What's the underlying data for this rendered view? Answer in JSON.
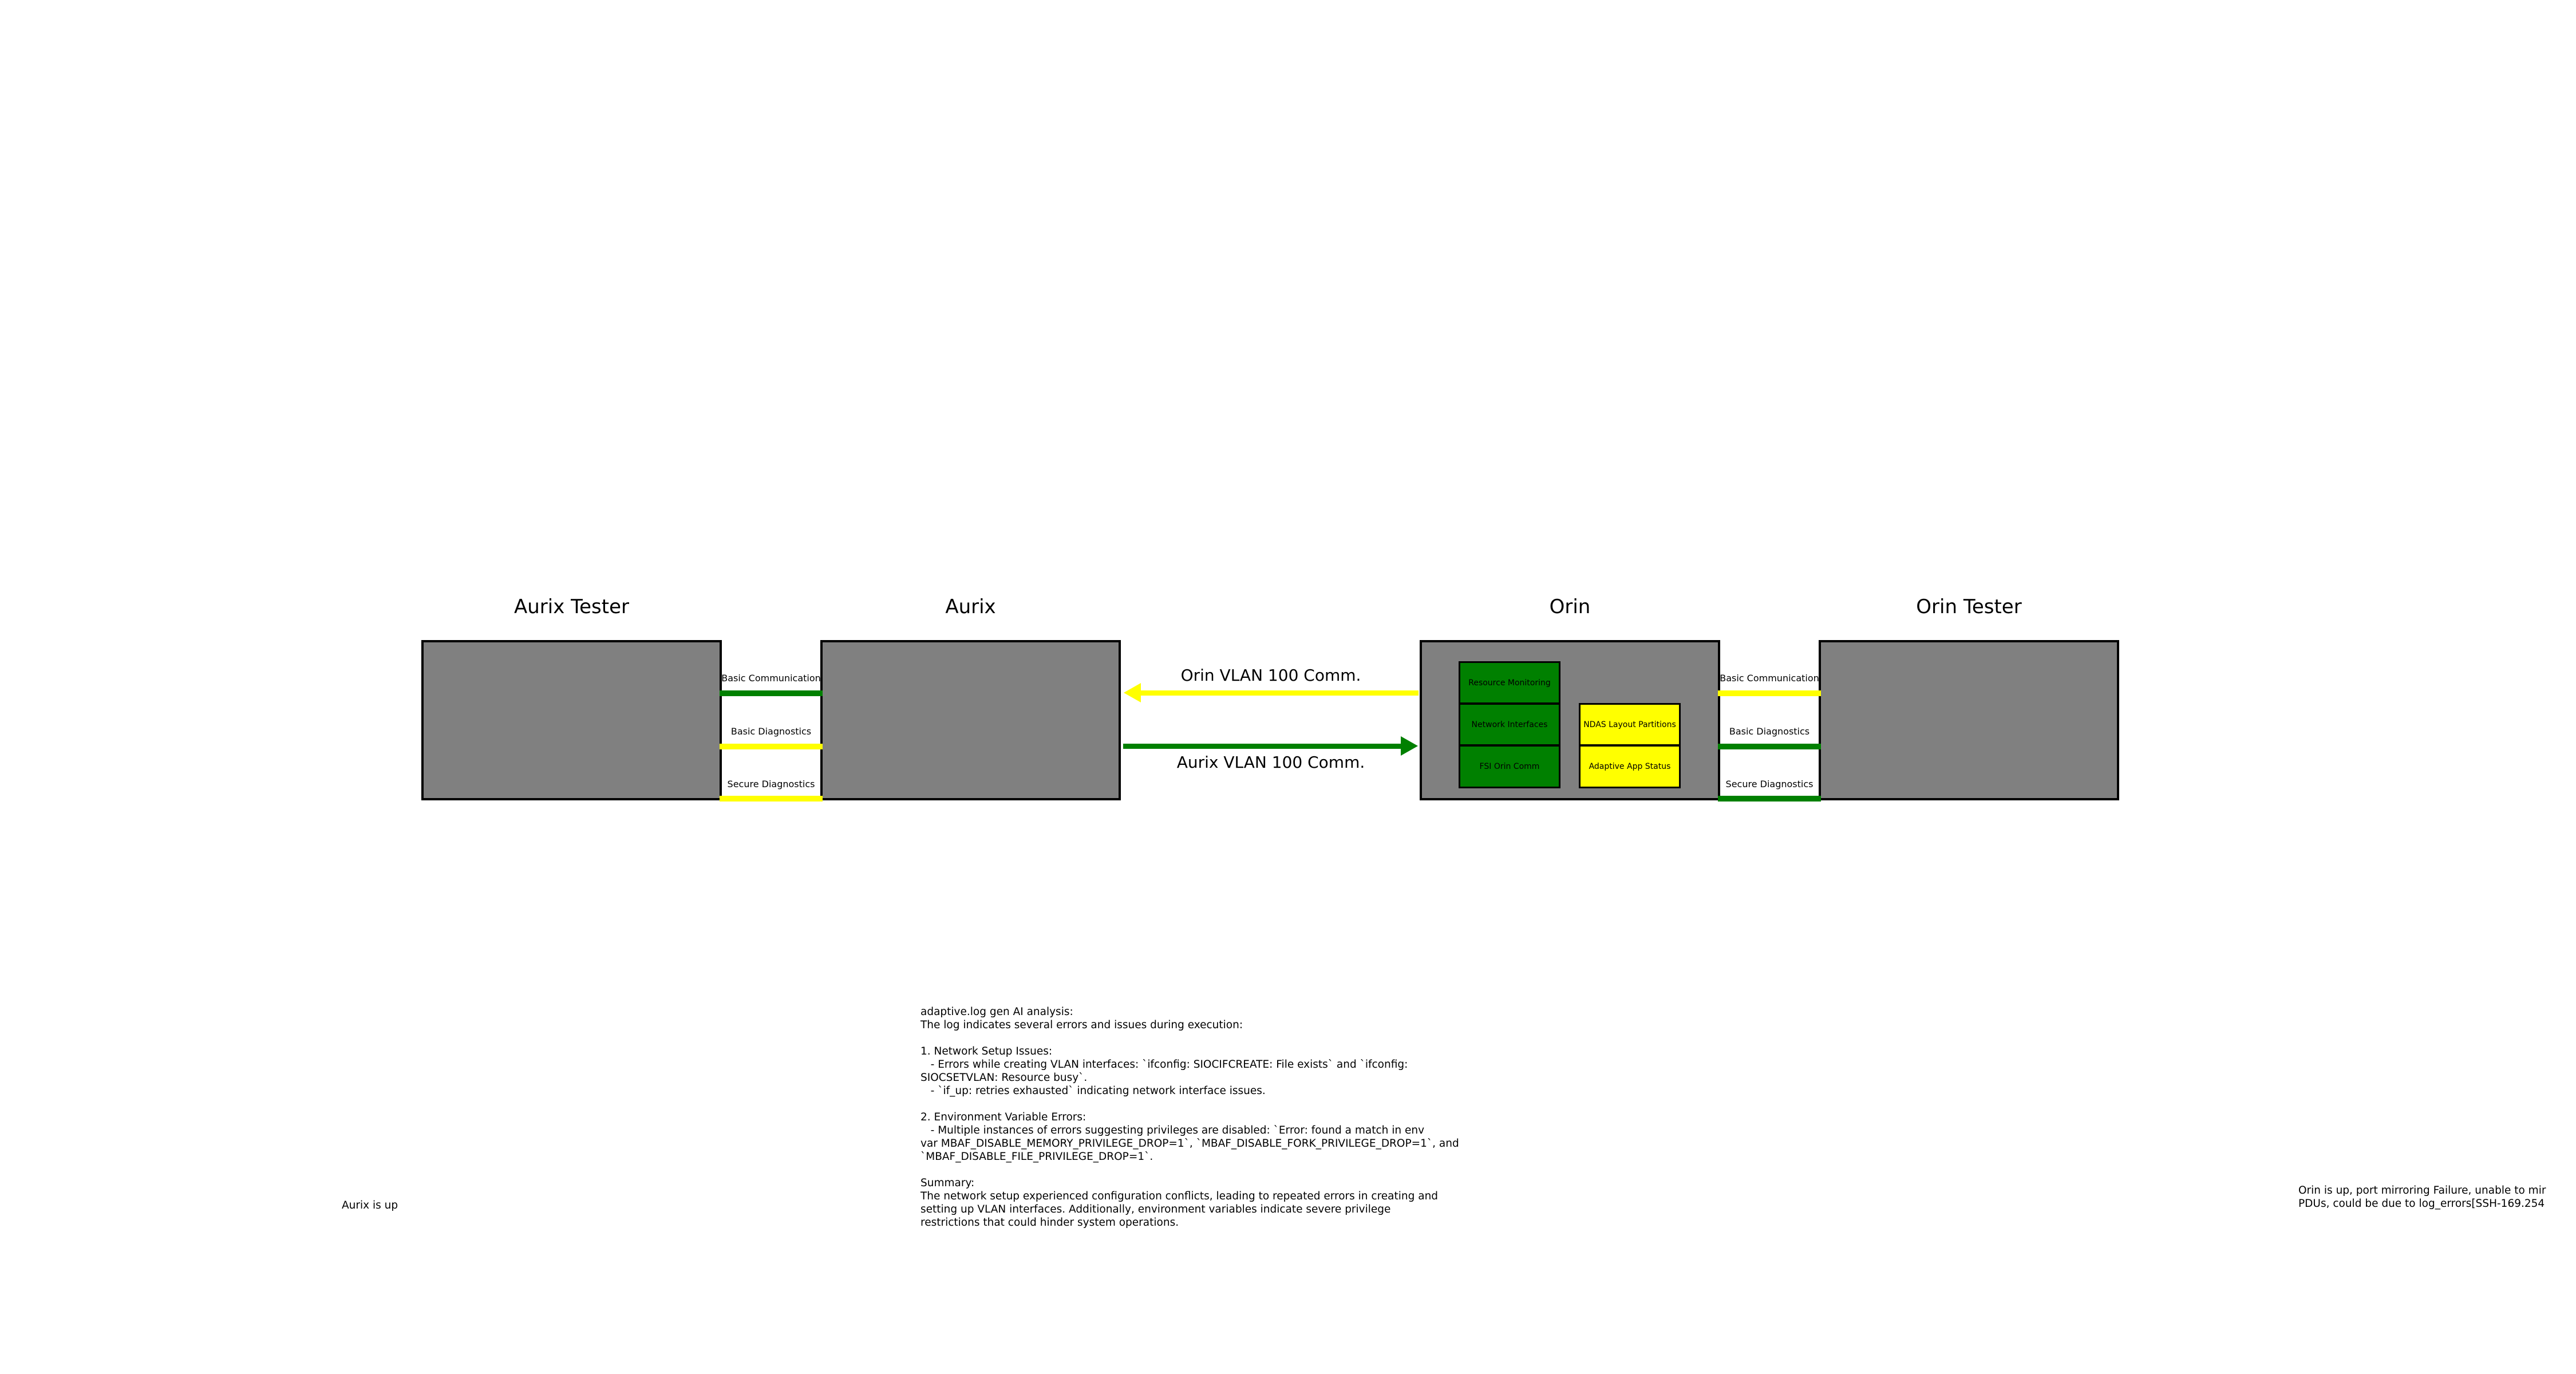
{
  "colors": {
    "box": "#808080",
    "ok": "#008000",
    "warn": "#ffff00",
    "border": "#000000"
  },
  "nodes": {
    "aurix_tester": {
      "title": "Aurix Tester"
    },
    "aurix": {
      "title": "Aurix"
    },
    "orin": {
      "title": "Orin"
    },
    "orin_tester": {
      "title": "Orin Tester"
    }
  },
  "links_left": [
    {
      "label": "Basic Communication",
      "status": "ok"
    },
    {
      "label": "Basic Diagnostics",
      "status": "warn"
    },
    {
      "label": "Secure Diagnostics",
      "status": "warn"
    }
  ],
  "links_right": [
    {
      "label": "Basic Communication",
      "status": "warn"
    },
    {
      "label": "Basic Diagnostics",
      "status": "ok"
    },
    {
      "label": "Secure Diagnostics",
      "status": "ok"
    }
  ],
  "vlan": {
    "orin_to_aurix": {
      "label": "Orin VLAN 100 Comm.",
      "status": "warn"
    },
    "aurix_to_orin": {
      "label": "Aurix VLAN 100 Comm.",
      "status": "ok"
    }
  },
  "orin_modules": [
    {
      "label": "Resource Monitoring",
      "status": "ok"
    },
    {
      "label": "Network Interfaces",
      "status": "ok"
    },
    {
      "label": "FSI Orin Comm",
      "status": "ok"
    },
    {
      "label": "NDAS Layout Partitions",
      "status": "warn"
    },
    {
      "label": "Adaptive App Status",
      "status": "warn"
    }
  ],
  "analysis_text": "adaptive.log gen AI analysis:\nThe log indicates several errors and issues during execution:\n\n1. Network Setup Issues:\n   - Errors while creating VLAN interfaces: `ifconfig: SIOCIFCREATE: File exists` and `ifconfig:\nSIOCSETVLAN: Resource busy`.\n   - `if_up: retries exhausted` indicating network interface issues.\n\n2. Environment Variable Errors:\n   - Multiple instances of errors suggesting privileges are disabled: `Error: found a match in env\nvar MBAF_DISABLE_MEMORY_PRIVILEGE_DROP=1`, `MBAF_DISABLE_FORK_PRIVILEGE_DROP=1`, and\n`MBAF_DISABLE_FILE_PRIVILEGE_DROP=1`.\n\nSummary:\nThe network setup experienced configuration conflicts, leading to repeated errors in creating and\nsetting up VLAN interfaces. Additionally, environment variables indicate severe privilege\nrestrictions that could hinder system operations.",
  "aurix_status": "Aurix is up",
  "orin_status": "Orin is up, port mirroring Failure, unable to mir\nPDUs, could be due to log_errors[SSH-169.254"
}
